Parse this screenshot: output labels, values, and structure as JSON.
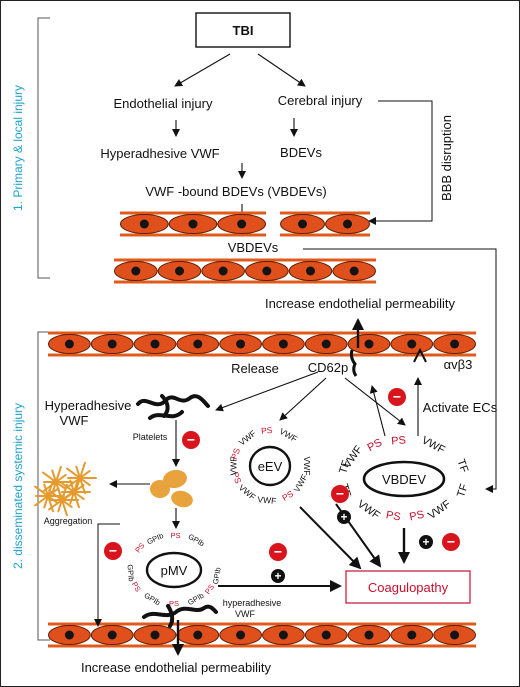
{
  "colors": {
    "cell": "#e0501c",
    "cell_stroke": "#5a1f08",
    "nucleus": "#141414",
    "membrane": "#e05a1a",
    "minus_badge": "#d8141c",
    "red_text": "#c8102e",
    "section_label": "#1fa3c9",
    "platelet": "#e8a33c",
    "aggregation": "#e59a2e"
  },
  "sections": {
    "primary": "1. Primary & local injury",
    "systemic": "2. disseminated systemic injury"
  },
  "nodes": {
    "tbi": "TBI",
    "endothelial_injury": "Endothelial injury",
    "cerebral_injury": "Cerebral injury",
    "hyperadhesive_vwf": "Hyperadhesive VWF",
    "bdevs": "BDEVs",
    "vbdevs_formation": "VWF -bound BDEVs (VBDEVs)",
    "vbdevs": "VBDEVs",
    "bbb_disruption": "BBB disruption",
    "increase_perm_top": "Increase endothelial permeability",
    "release": "Release",
    "cd62p": "CD62p",
    "integrin": "αvβ3",
    "hyperadhesive_vwf_2a": "Hyperadhesive",
    "hyperadhesive_vwf_2b": "VWF",
    "platelets": "Platelets",
    "aggregation": "Aggregation",
    "eev": "eEV",
    "vbdev": "VBDEV",
    "activate_ecs": "Activate ECs",
    "pmv": "pMV",
    "hyperadhesive_lower_a": "hyperadhesive",
    "hyperadhesive_lower_b": "VWF",
    "coagulopathy": "Coagulopathy",
    "increase_perm_bottom": "Increase endothelial permeability"
  },
  "glyphs": {
    "vwf": "VWF",
    "ps": "PS",
    "tf": "TF",
    "gpib": "GPIb",
    "minus": "−",
    "plus": "+"
  }
}
